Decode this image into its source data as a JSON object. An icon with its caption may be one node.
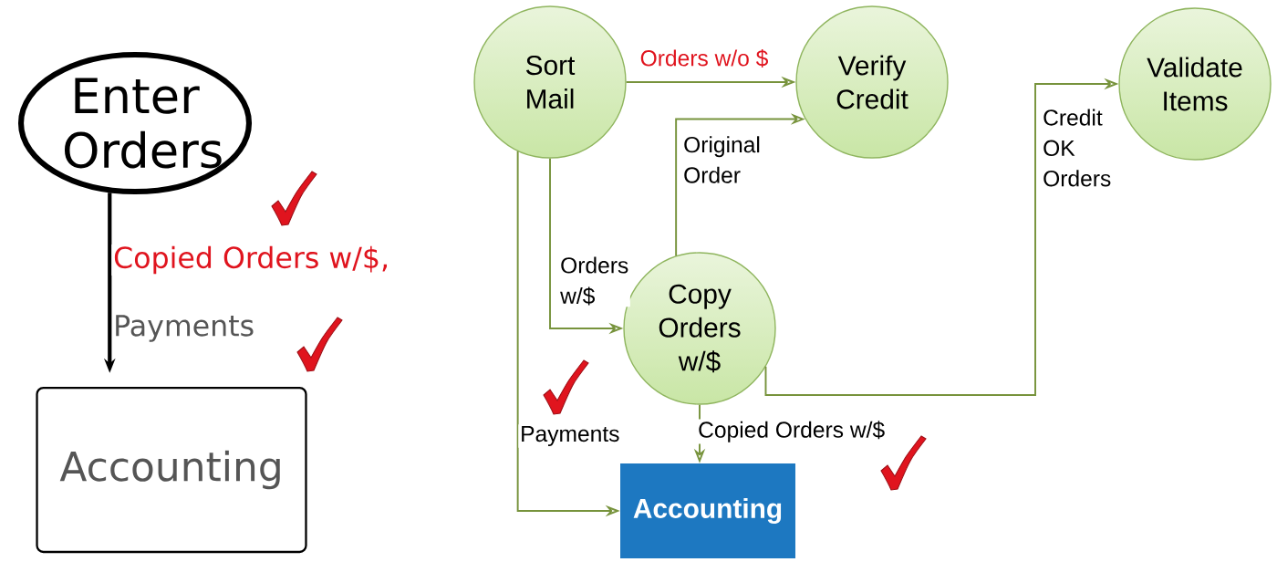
{
  "diagram": {
    "nodes": [
      {
        "text": [
          "Enter Orders"
        ]
      },
      {
        "text": [
          "Accounting"
        ]
      },
      {
        "text": [
          "Sort Mail"
        ]
      },
      {
        "text": [
          "Verify Credit"
        ]
      },
      {
        "text": [
          "Validate Items"
        ]
      },
      {
        "text": [
          "Copy Orders w/$"
        ]
      },
      {
        "text": [
          "Accounting"
        ]
      }
    ],
    "edges": [
      {
        "from": 0,
        "to": 1,
        "arrow": "to",
        "label": "Copied Orders w/$,",
        "style": "thick",
        "color": "#000000"
      },
      {
        "from": 2,
        "to": 3,
        "arrow": "to",
        "label": "Orders w/o $"
      },
      {
        "from": 5,
        "to": 3,
        "arrow": "to",
        "label": "Original Order"
      },
      {
        "from": 2,
        "to": 5,
        "arrow": "to",
        "label": "Orders w/$"
      },
      {
        "from": 2,
        "to": 6,
        "arrow": "to",
        "label": "Payments"
      },
      {
        "from": 5,
        "to": 6,
        "arrow": "to",
        "label": "Copied Orders w/$"
      },
      {
        "from": 5,
        "to": 4,
        "arrow": "to",
        "label": "Credit OK Orders"
      }
    ],
    "labels": [
      "Payments"
    ]
  }
}
